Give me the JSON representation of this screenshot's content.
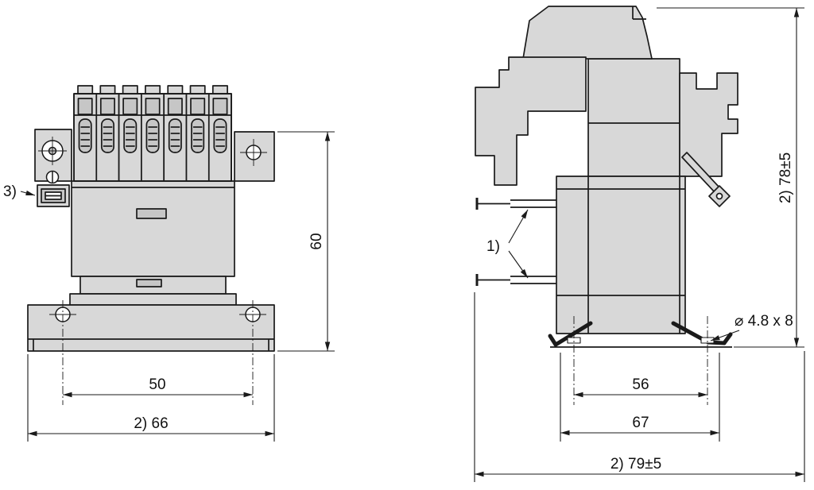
{
  "colors": {
    "line": "#1a1a1a",
    "part_fill": "#d8d8d8",
    "detail_fill": "#c6c6c6",
    "hole_fill": "#ffffff"
  },
  "front_view": {
    "note_3": "3)",
    "dim_height": "60",
    "dim_hole_spacing": "50",
    "dim_overall_width": "2) 66"
  },
  "side_view": {
    "note_1": "1)",
    "dim_overall_height": "2) 78±5",
    "dim_slot": "⌀ 4.8 x 8",
    "dim_slot_spacing": "56",
    "dim_foot_width": "67",
    "dim_overall_depth": "2) 79±5"
  }
}
